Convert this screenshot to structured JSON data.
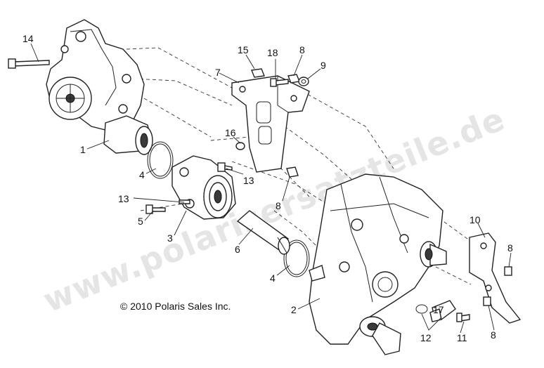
{
  "watermark": "www.polarisersatzteile.de",
  "copyright": "© 2010 Polaris Sales Inc.",
  "callouts": {
    "c1": "1",
    "c2": "2",
    "c3": "3",
    "c4a": "4",
    "c4b": "4",
    "c5": "5",
    "c6": "6",
    "c7": "7",
    "c8a": "8",
    "c8b": "8",
    "c8c": "8",
    "c8d": "8",
    "c9": "9",
    "c10": "10",
    "c11": "11",
    "c12": "12",
    "c13a": "13",
    "c13b": "13",
    "c14": "14",
    "c15": "15",
    "c16": "16",
    "c17": "17",
    "c18": "18"
  }
}
